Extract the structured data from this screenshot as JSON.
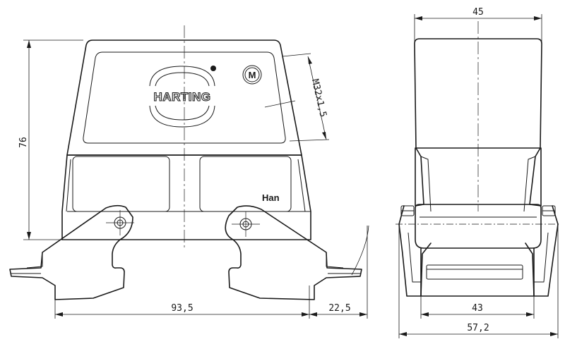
{
  "views": {
    "front": {
      "brand_text": "HARTING",
      "type_mark": "Han",
      "thread_mark": "M"
    },
    "side": {}
  },
  "dimensions": {
    "height": "76",
    "thread": "M32x1,5",
    "width_total": "93,5",
    "lever_extension": "22,5",
    "side_top_width": "45",
    "side_base_width": "43",
    "side_total_width": "57,2"
  }
}
